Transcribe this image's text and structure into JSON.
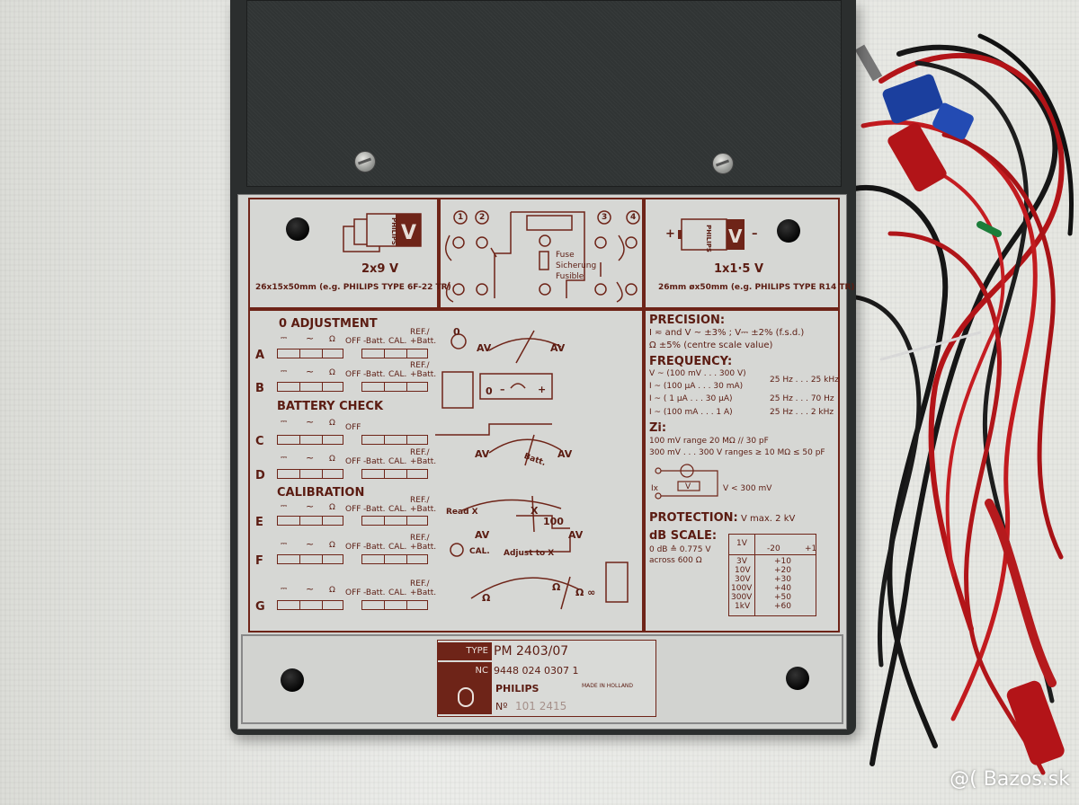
{
  "battery_left": {
    "voltage": "2x9 V",
    "spec": "26x15x50mm (e.g. PHILIPS TYPE 6F-22 TR)",
    "brand": "PHILIPS"
  },
  "fuse_diagram": {
    "labels": [
      "1",
      "2",
      "3",
      "4"
    ],
    "fuse_text": [
      "Fuse",
      "Sicherung",
      "Fusible"
    ]
  },
  "battery_right": {
    "voltage": "1x1·5 V",
    "spec": "26mm øx50mm (e.g. PHILIPS TYPE R14 TR)",
    "brand": "PHILIPS",
    "plus": "+",
    "minus": "–"
  },
  "sections": {
    "zero_adjustment": "0  ADJUSTMENT",
    "battery_check": "BATTERY  CHECK",
    "calibration": "CALIBRATION"
  },
  "switch_labels": {
    "dc": "⎓",
    "ac": "~",
    "ohm": "Ω",
    "off": "OFF",
    "batt_minus": "-Batt.",
    "cal": "CAL.",
    "ref": "REF./",
    "batt_plus": "+Batt."
  },
  "rows": [
    "A",
    "B",
    "C",
    "D",
    "E",
    "F",
    "G"
  ],
  "diagram_text": {
    "av": "AV",
    "zero": "0",
    "batt": "Batt.",
    "read_x": "Read  X",
    "x": "X",
    "hundred": "100",
    "cal": "CAL.",
    "adjust": "Adjust to X",
    "ohm": "Ω",
    "ohm_inf": "Ω ∞",
    "minus": "–",
    "plus": "+"
  },
  "specs": {
    "precision_title": "PRECISION:",
    "precision_1": "I ≂ and V ~ ±3% ; V⎓ ±2% (f.s.d.)",
    "precision_2": "Ω ±5% (centre scale value)",
    "frequency_title": "FREQUENCY:",
    "freq": [
      {
        "range": "V ~ (100 mV . . . 300 V)",
        "hz": "25 Hz . . . 25 kHz"
      },
      {
        "range": "I ~ (100 µA . . . 30 mA)",
        "hz": ""
      },
      {
        "range": "I ~ (   1 µA . . . 30 µA)",
        "hz": "25 Hz . . . 70 Hz"
      },
      {
        "range": "I ~ (100 mA . . .   1 A)",
        "hz": "25 Hz . . . 2 kHz"
      }
    ],
    "zi_title": "Zi:",
    "zi_1": "100 mV  range 20 MΩ // 30 pF",
    "zi_2": "300 mV . . . 300 V ranges ≥ 10 MΩ ≤ 50 pF",
    "ix": "Ix",
    "v": "V",
    "v_lt": "V < 300 mV",
    "protection": "PROTECTION:",
    "protection_val": "V max.  2 kV",
    "db_title": "dB SCALE:",
    "db_1": "0 dB ≙ 0.775 V",
    "db_2": "across 600 Ω",
    "db_head_left": "1V",
    "db_head_mid": "-20",
    "db_head_right": "+1",
    "db_rows": [
      {
        "v": "3V",
        "db": "+10"
      },
      {
        "v": "10V",
        "db": "+20"
      },
      {
        "v": "30V",
        "db": "+30"
      },
      {
        "v": "100V",
        "db": "+40"
      },
      {
        "v": "300V",
        "db": "+50"
      },
      {
        "v": "1kV",
        "db": "+60"
      }
    ]
  },
  "nameplate": {
    "type_label": "TYPE",
    "type_value": "PM 2403/07",
    "nc_label": "NC",
    "nc_value": "9448 024 0307 1",
    "brand": "PHILIPS",
    "made_in": "MADE IN HOLLAND",
    "no_label": "Nº",
    "no_value": "101 2415"
  },
  "watermark": "@( Bazos.sk"
}
